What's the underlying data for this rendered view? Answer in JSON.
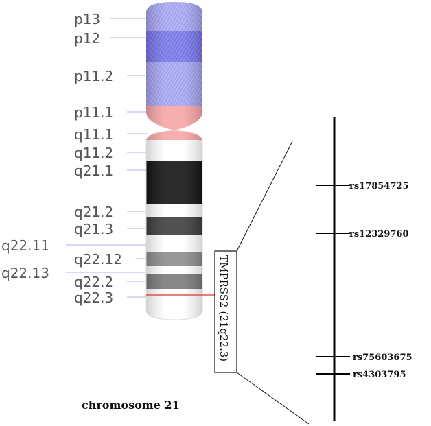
{
  "diagram": {
    "caption": "chromosome 21",
    "gene_box_label": "TMPRSS2 (21q22.3)",
    "bands": [
      {
        "name": "p13",
        "color": "#a6a6f0"
      },
      {
        "name": "p12",
        "color": "#7c7cea"
      },
      {
        "name": "p11.2",
        "color": "#a6a6f0"
      },
      {
        "name": "p11.1",
        "color": "#f6a5a5"
      },
      {
        "name": "q11.1",
        "color": "#f6a5a5"
      },
      {
        "name": "q11.2",
        "color": "#ffffff"
      },
      {
        "name": "q21.1",
        "color": "#111111"
      },
      {
        "name": "q21.2",
        "color": "#ffffff"
      },
      {
        "name": "q21.3",
        "color": "#3c3c3c"
      },
      {
        "name": "q22.11",
        "color": "#ffffff"
      },
      {
        "name": "q22.12",
        "color": "#8a8a8a"
      },
      {
        "name": "q22.13",
        "color": "#ffffff"
      },
      {
        "name": "q22.2",
        "color": "#7a7a7a"
      },
      {
        "name": "q22.3",
        "color": "#ffffff"
      }
    ],
    "snps": [
      {
        "id": "rs17854725"
      },
      {
        "id": "rs12329760"
      },
      {
        "id": "rs75603675"
      },
      {
        "id": "rs4303795"
      }
    ],
    "colors": {
      "p_arm": "#8a8ae6",
      "centromere": "#f6a5a5",
      "gene_marker": "#e03030",
      "leader_line": "#b0b0f0"
    }
  }
}
